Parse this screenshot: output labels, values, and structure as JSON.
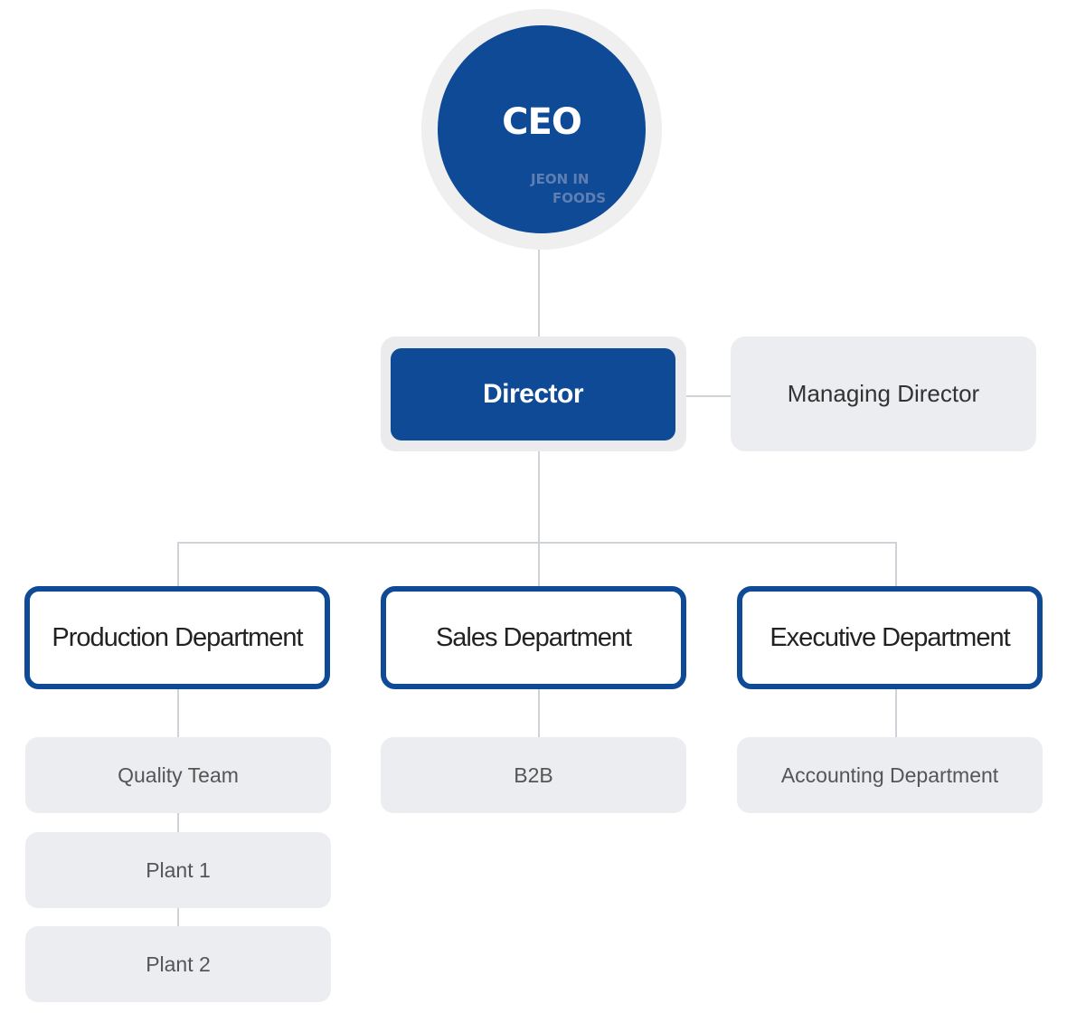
{
  "ceo": {
    "title": "CEO",
    "company_line1": "JEON IN",
    "company_line2": "FOODS"
  },
  "director": {
    "label": "Director"
  },
  "managing_director": {
    "label": "Managing Director"
  },
  "departments": [
    {
      "label": "Production Department",
      "teams": [
        "Quality Team",
        "Plant 1",
        "Plant 2"
      ]
    },
    {
      "label": "Sales Department",
      "teams": [
        "B2B"
      ]
    },
    {
      "label": "Executive Department",
      "teams": [
        "Accounting Department"
      ]
    }
  ],
  "colors": {
    "primary": "#0f4a97",
    "box_gray": "#ebedf0",
    "line": "#cfd2d6"
  }
}
